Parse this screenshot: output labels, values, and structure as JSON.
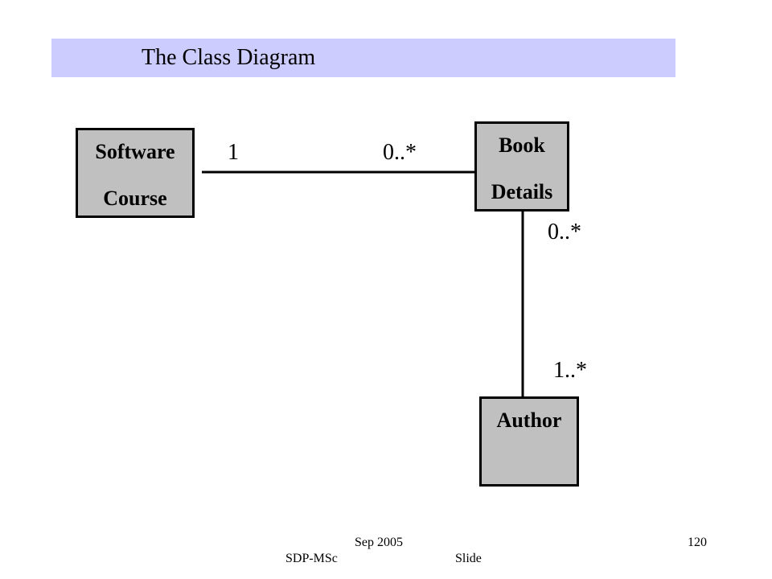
{
  "slide": {
    "title": "The Class Diagram"
  },
  "diagram": {
    "classes": {
      "software_course": {
        "line1": "Software",
        "line2": "Course"
      },
      "book_details": {
        "line1": "Book",
        "line2": "Details"
      },
      "author": {
        "line1": "Author"
      }
    },
    "associations": {
      "course_book": {
        "source_multiplicity": "1",
        "target_multiplicity": "0..*"
      },
      "book_author": {
        "source_multiplicity": "0..*",
        "target_multiplicity": "1..*"
      }
    },
    "colors": {
      "class_fill": "#c0c0c0",
      "title_bar": "#ccccff"
    }
  },
  "footer": {
    "date": "Sep 2005",
    "course": "SDP-MSc",
    "slide_label": "Slide",
    "slide_number": "120"
  }
}
